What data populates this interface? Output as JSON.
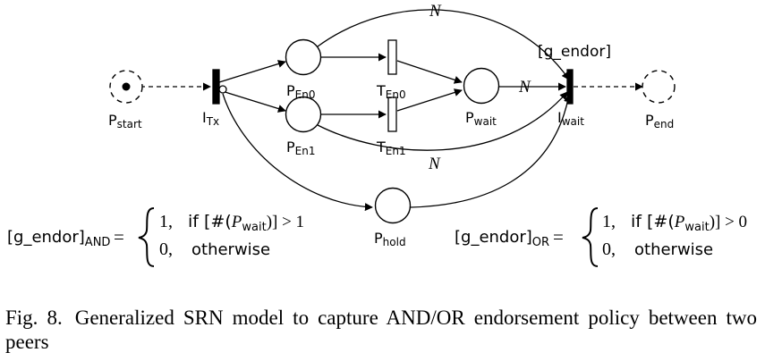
{
  "diagram": {
    "places": {
      "start": {
        "main": "P",
        "sub": "start"
      },
      "en0": {
        "main": "P",
        "sub": "En0"
      },
      "en1": {
        "main": "P",
        "sub": "En1"
      },
      "wait": {
        "main": "P",
        "sub": "wait"
      },
      "hold": {
        "main": "P",
        "sub": "hold"
      },
      "end": {
        "main": "P",
        "sub": "end"
      }
    },
    "transitions": {
      "tx": {
        "main": "I",
        "sub": "Tx"
      },
      "ten0": {
        "main": "T",
        "sub": "En0"
      },
      "ten1": {
        "main": "T",
        "sub": "En1"
      },
      "iwait": {
        "main": "I",
        "sub": "wait"
      }
    },
    "arc_labels": {
      "top": "N",
      "middle": "N",
      "bottom": "N",
      "guard": "[g_endor]"
    },
    "equations": {
      "and": {
        "lhs_main": "[g_endor]",
        "lhs_sub": "AND",
        "equals": "=",
        "case1_value": "1,",
        "case1_cond_a": "if [#(",
        "case1_cond_var": "P",
        "case1_cond_sub": "wait",
        "case1_cond_b": ")] > 1",
        "case2_value": "0,",
        "case2_cond": "otherwise"
      },
      "or": {
        "lhs_main": "[g_endor]",
        "lhs_sub": "OR",
        "equals": "=",
        "case1_value": "1,",
        "case1_cond_a": "if [#(",
        "case1_cond_var": "P",
        "case1_cond_sub": "wait",
        "case1_cond_b": ")] > 0",
        "case2_value": "0,",
        "case2_cond": "otherwise"
      }
    }
  },
  "caption": {
    "label": "Fig. 8.",
    "text": "Generalized SRN model to capture AND/OR endorsement policy between two peers"
  }
}
